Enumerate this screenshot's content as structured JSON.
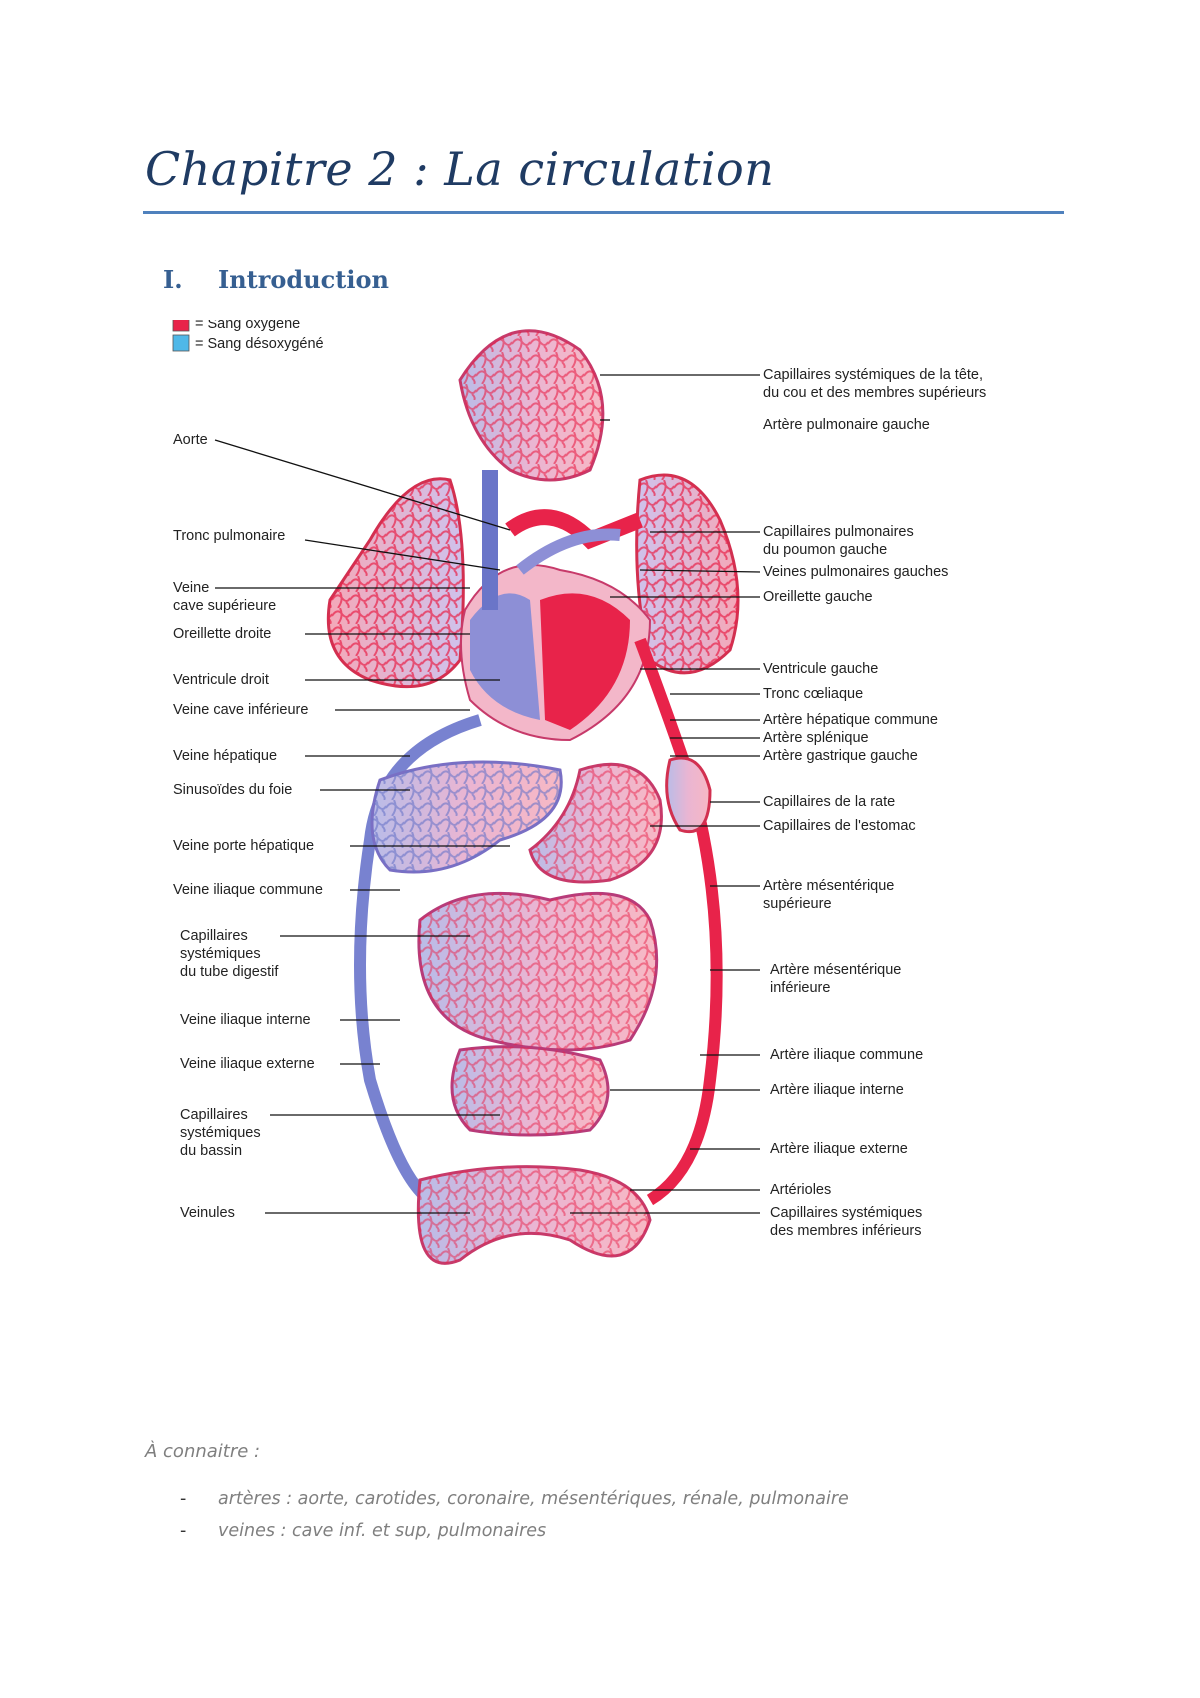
{
  "document": {
    "title": "Chapitre 2 : La circulation",
    "section": {
      "number": "I.",
      "title": "Introduction"
    }
  },
  "diagram": {
    "legend": [
      {
        "text": "= Sang oxygéné",
        "color": "#e8234a"
      },
      {
        "text": "= Sang désoxygéné",
        "color": "#4fb8e8"
      }
    ],
    "labels_left": [
      "Aorte",
      "Tronc pulmonaire",
      "Veine",
      "cave supérieure",
      "Oreillette droite",
      "Ventricule droit",
      "Veine cave inférieure",
      "Veine hépatique",
      "Sinusoïdes du foie",
      "Veine porte hépatique",
      "Veine iliaque commune",
      "Capillaires",
      "systémiques",
      "du tube digestif",
      "Veine iliaque interne",
      "Veine iliaque externe",
      "Capillaires",
      "systémiques",
      "du bassin",
      "Veinules"
    ],
    "labels_right": [
      "Capillaires systémiques de la tête,",
      "du cou et des membres supérieurs",
      "Artère pulmonaire gauche",
      "Capillaires pulmonaires",
      "du poumon gauche",
      "Veines pulmonaires gauches",
      "Oreillette gauche",
      "Ventricule gauche",
      "Tronc cœliaque",
      "Artère hépatique commune",
      "Artère splénique",
      "Artère gastrique gauche",
      "Capillaires de la rate",
      "Capillaires de l'estomac",
      "Artère mésentérique",
      "supérieure",
      "Artère mésentérique",
      "inférieure",
      "Artère iliaque commune",
      "Artère iliaque interne",
      "Artère iliaque externe",
      "Artérioles",
      "Capillaires systémiques",
      "des membres inférieurs"
    ]
  },
  "notes": {
    "heading": "À connaitre :",
    "items": [
      "artères : aorte, carotides, coronaire, mésentériques, rénale, pulmonaire",
      "veines : cave inf. et sup, pulmonaires"
    ]
  },
  "colors": {
    "title": "#1f3b63",
    "rule": "#4f81bd",
    "heading": "#365f91",
    "artery": "#e8234a",
    "vein": "#6a75c8"
  }
}
